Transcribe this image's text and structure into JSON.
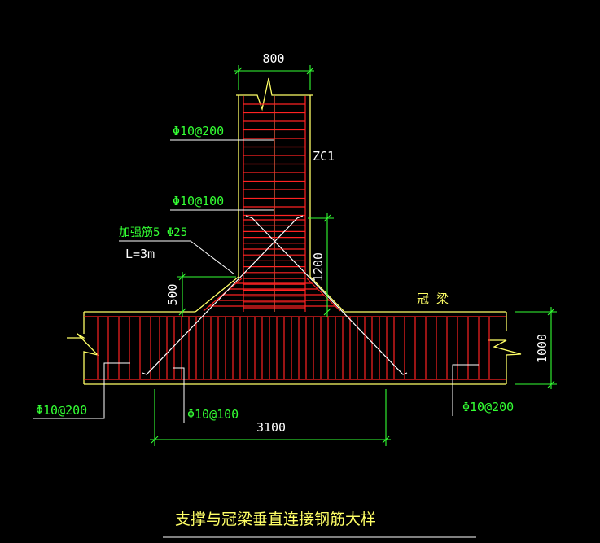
{
  "colors": {
    "background": "#000000",
    "outline": "#ffff66",
    "rebar": "#ff2222",
    "dimension": "#33ff33",
    "leader": "#ffffff",
    "label": "#33ff33",
    "member_label": "#ffffff",
    "title": "#ffff66"
  },
  "dimensions": {
    "column_width": "800",
    "stirrup_zone_height": "1200",
    "haunch_height": "500",
    "beam_depth": "1000",
    "dense_zone_width": "3100"
  },
  "labels": {
    "column_stirrup": "Φ10@200",
    "column_dense_stirrup": "Φ10@100",
    "strengthening_bar": "加强筋5 Φ25",
    "strengthening_length": "L=3m",
    "column_name": "ZC1",
    "beam_name": "冠 梁",
    "beam_left_stirrup": "Φ10@200",
    "beam_middle_stirrup": "Φ10@100",
    "beam_right_stirrup": "Φ10@200"
  },
  "title": "支撑与冠梁垂直连接钢筋大样",
  "icons": {
    "break_mark": "break-line-icon"
  }
}
